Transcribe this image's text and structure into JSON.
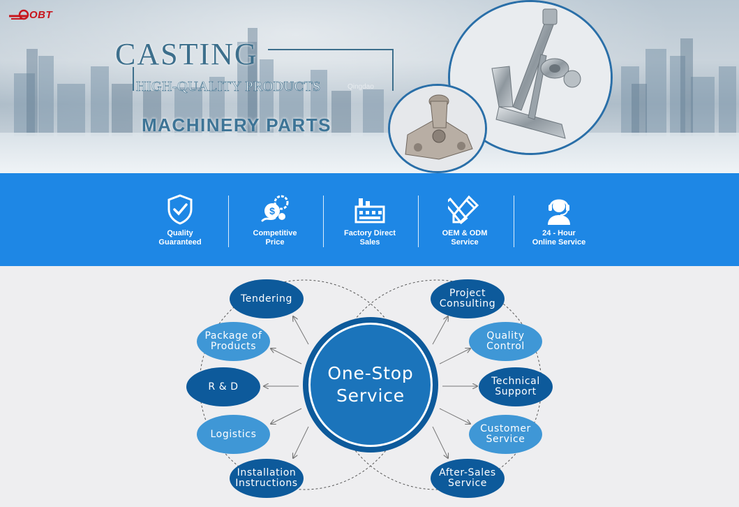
{
  "hero": {
    "logo_text": "OBT",
    "title": "CASTING",
    "subtitle": "HIGH-QUALITY PRODUCTS",
    "watermark": "Qingdao",
    "tagline": "MACHINERY PARTS"
  },
  "features": [
    {
      "label": "Quality\nGuaranteed",
      "icon": "shield-check-icon"
    },
    {
      "label": "Competitive\nPrice",
      "icon": "dollar-gears-icon"
    },
    {
      "label": "Factory Direct\nSales",
      "icon": "factory-icon"
    },
    {
      "label": "OEM & ODM\nService",
      "icon": "ruler-pencil-icon"
    },
    {
      "label": "24 - Hour\nOnline Service",
      "icon": "headset-agent-icon"
    }
  ],
  "diagram": {
    "center_label": "One-Stop\nService",
    "left_items": [
      {
        "label": "Tendering"
      },
      {
        "label": "Package of\nProducts"
      },
      {
        "label": "R & D"
      },
      {
        "label": "Logistics"
      },
      {
        "label": "Installation\nInstructions"
      }
    ],
    "right_items": [
      {
        "label": "Project\nConsulting"
      },
      {
        "label": "Quality\nControl"
      },
      {
        "label": "Technical\nSupport"
      },
      {
        "label": "Customer\nService"
      },
      {
        "label": "After-Sales\nService"
      }
    ]
  },
  "colors": {
    "feature_bar": "#1e87e5",
    "bubble_dark": "#0d5a9b",
    "bubble_light": "#3f97d6",
    "title_blue": "#3d6f8c",
    "logo_red": "#c8161d"
  }
}
